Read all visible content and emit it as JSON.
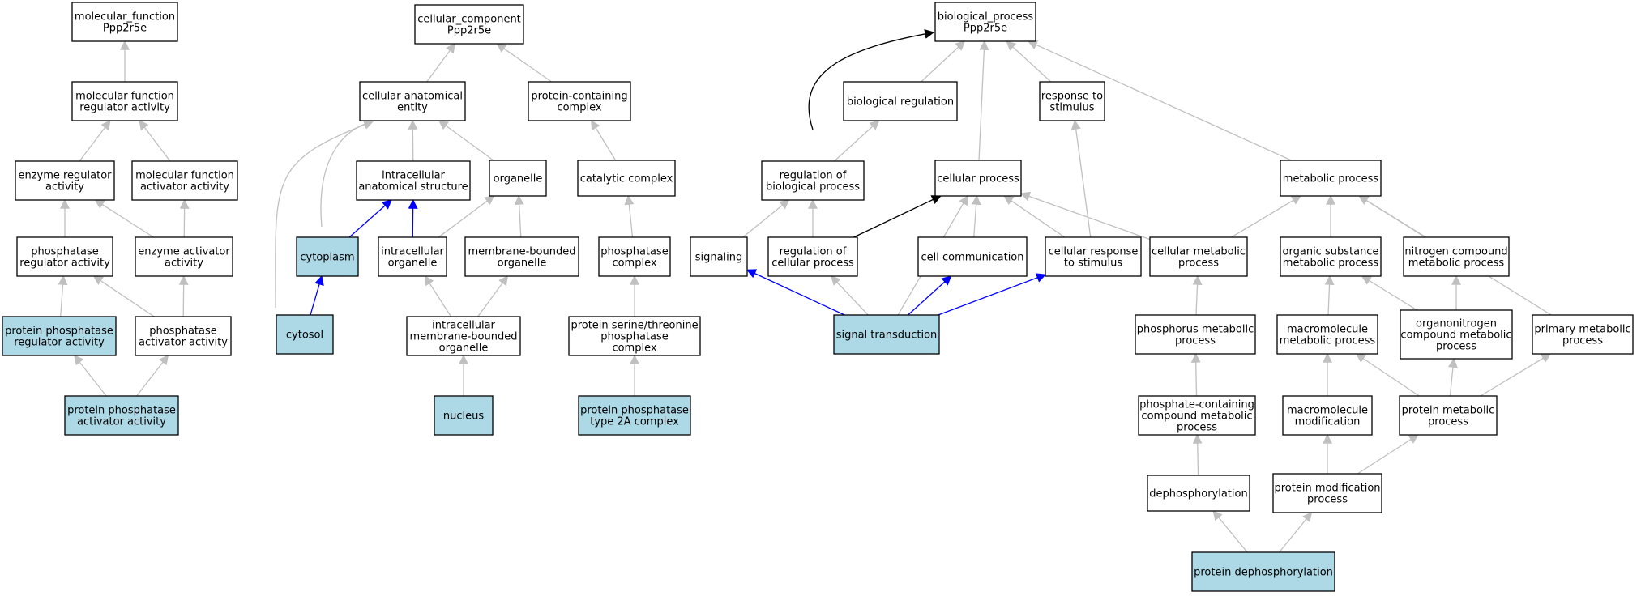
{
  "colors": {
    "highlight_fill": "#add8e6",
    "default_fill": "#ffffff",
    "gray_edge": "#c0c0c0",
    "blue_edge": "#0000ff",
    "black_edge": "#000000"
  },
  "nodes": [
    {
      "id": "mf_root",
      "lines": [
        "molecular_function",
        "Ppp2r5e"
      ],
      "highlight": false
    },
    {
      "id": "mf_reg",
      "lines": [
        "molecular function",
        "regulator activity"
      ],
      "highlight": false
    },
    {
      "id": "enz_reg",
      "lines": [
        "enzyme regulator",
        "activity"
      ],
      "highlight": false
    },
    {
      "id": "mf_act",
      "lines": [
        "molecular function",
        "activator activity"
      ],
      "highlight": false
    },
    {
      "id": "phos_reg",
      "lines": [
        "phosphatase",
        "regulator activity"
      ],
      "highlight": false
    },
    {
      "id": "enz_act",
      "lines": [
        "enzyme activator",
        "activity"
      ],
      "highlight": false
    },
    {
      "id": "pp_reg",
      "lines": [
        "protein phosphatase",
        "regulator activity"
      ],
      "highlight": true
    },
    {
      "id": "phos_act",
      "lines": [
        "phosphatase",
        "activator activity"
      ],
      "highlight": false
    },
    {
      "id": "pp_act",
      "lines": [
        "protein phosphatase",
        "activator activity"
      ],
      "highlight": true
    },
    {
      "id": "cc_root",
      "lines": [
        "cellular_component",
        "Ppp2r5e"
      ],
      "highlight": false
    },
    {
      "id": "cae",
      "lines": [
        "cellular anatomical",
        "entity"
      ],
      "highlight": false
    },
    {
      "id": "pcc",
      "lines": [
        "protein-containing",
        "complex"
      ],
      "highlight": false
    },
    {
      "id": "ias",
      "lines": [
        "intracellular",
        "anatomical structure"
      ],
      "highlight": false
    },
    {
      "id": "organelle",
      "lines": [
        "organelle"
      ],
      "highlight": false
    },
    {
      "id": "catalytic",
      "lines": [
        "catalytic complex"
      ],
      "highlight": false
    },
    {
      "id": "cytoplasm",
      "lines": [
        "cytoplasm"
      ],
      "highlight": true
    },
    {
      "id": "io",
      "lines": [
        "intracellular",
        "organelle"
      ],
      "highlight": false
    },
    {
      "id": "mbo",
      "lines": [
        "membrane-bounded",
        "organelle"
      ],
      "highlight": false
    },
    {
      "id": "phos_complex",
      "lines": [
        "phosphatase",
        "complex"
      ],
      "highlight": false
    },
    {
      "id": "cytosol",
      "lines": [
        "cytosol"
      ],
      "highlight": true
    },
    {
      "id": "imbo",
      "lines": [
        "intracellular",
        "membrane-bounded",
        "organelle"
      ],
      "highlight": false
    },
    {
      "id": "pst",
      "lines": [
        "protein serine/threonine",
        "phosphatase",
        "complex"
      ],
      "highlight": false
    },
    {
      "id": "nucleus",
      "lines": [
        "nucleus"
      ],
      "highlight": true
    },
    {
      "id": "pp2a",
      "lines": [
        "protein phosphatase",
        "type 2A complex"
      ],
      "highlight": true
    },
    {
      "id": "bp_root",
      "lines": [
        "biological_process",
        "Ppp2r5e"
      ],
      "highlight": false
    },
    {
      "id": "bio_reg",
      "lines": [
        "biological regulation"
      ],
      "highlight": false
    },
    {
      "id": "resp_stim",
      "lines": [
        "response to",
        "stimulus"
      ],
      "highlight": false
    },
    {
      "id": "reg_bio",
      "lines": [
        "regulation of",
        "biological process"
      ],
      "highlight": false
    },
    {
      "id": "cell_proc",
      "lines": [
        "cellular process"
      ],
      "highlight": false
    },
    {
      "id": "metab",
      "lines": [
        "metabolic process"
      ],
      "highlight": false
    },
    {
      "id": "signaling",
      "lines": [
        "signaling"
      ],
      "highlight": false
    },
    {
      "id": "reg_cell",
      "lines": [
        "regulation of",
        "cellular process"
      ],
      "highlight": false
    },
    {
      "id": "cell_comm",
      "lines": [
        "cell communication"
      ],
      "highlight": false
    },
    {
      "id": "cell_resp",
      "lines": [
        "cellular response",
        "to stimulus"
      ],
      "highlight": false
    },
    {
      "id": "cell_metab",
      "lines": [
        "cellular metabolic",
        "process"
      ],
      "highlight": false
    },
    {
      "id": "org_sub",
      "lines": [
        "organic substance",
        "metabolic process"
      ],
      "highlight": false
    },
    {
      "id": "nitro",
      "lines": [
        "nitrogen compound",
        "metabolic process"
      ],
      "highlight": false
    },
    {
      "id": "sig_trans",
      "lines": [
        "signal transduction"
      ],
      "highlight": true
    },
    {
      "id": "phosphorus",
      "lines": [
        "phosphorus metabolic",
        "process"
      ],
      "highlight": false
    },
    {
      "id": "macro_metab",
      "lines": [
        "macromolecule",
        "metabolic process"
      ],
      "highlight": false
    },
    {
      "id": "organonitro",
      "lines": [
        "organonitrogen",
        "compound metabolic",
        "process"
      ],
      "highlight": false
    },
    {
      "id": "primary",
      "lines": [
        "primary metabolic",
        "process"
      ],
      "highlight": false
    },
    {
      "id": "phosphate",
      "lines": [
        "phosphate-containing",
        "compound metabolic",
        "process"
      ],
      "highlight": false
    },
    {
      "id": "macro_mod",
      "lines": [
        "macromolecule",
        "modification"
      ],
      "highlight": false
    },
    {
      "id": "prot_metab",
      "lines": [
        "protein metabolic",
        "process"
      ],
      "highlight": false
    },
    {
      "id": "dephos",
      "lines": [
        "dephosphorylation"
      ],
      "highlight": false
    },
    {
      "id": "prot_mod",
      "lines": [
        "protein modification",
        "process"
      ],
      "highlight": false
    },
    {
      "id": "prot_dephos",
      "lines": [
        "protein dephosphorylation"
      ],
      "highlight": true
    }
  ],
  "edges": [
    {
      "from": "mf_reg",
      "to": "mf_root",
      "color": "gray"
    },
    {
      "from": "enz_reg",
      "to": "mf_reg",
      "color": "gray"
    },
    {
      "from": "mf_act",
      "to": "mf_reg",
      "color": "gray"
    },
    {
      "from": "phos_reg",
      "to": "enz_reg",
      "color": "gray"
    },
    {
      "from": "enz_act",
      "to": "enz_reg",
      "color": "gray"
    },
    {
      "from": "enz_act",
      "to": "mf_act",
      "color": "gray"
    },
    {
      "from": "pp_reg",
      "to": "phos_reg",
      "color": "gray"
    },
    {
      "from": "phos_act",
      "to": "phos_reg",
      "color": "gray"
    },
    {
      "from": "phos_act",
      "to": "enz_act",
      "color": "gray"
    },
    {
      "from": "pp_act",
      "to": "pp_reg",
      "color": "gray"
    },
    {
      "from": "pp_act",
      "to": "phos_act",
      "color": "gray"
    },
    {
      "from": "cae",
      "to": "cc_root",
      "color": "gray"
    },
    {
      "from": "pcc",
      "to": "cc_root",
      "color": "gray"
    },
    {
      "from": "ias",
      "to": "cae",
      "color": "gray"
    },
    {
      "from": "organelle",
      "to": "cae",
      "color": "gray"
    },
    {
      "from": "cytoplasm",
      "to": "cae",
      "color": "gray"
    },
    {
      "from": "cytosol",
      "to": "cae",
      "color": "gray"
    },
    {
      "from": "catalytic",
      "to": "pcc",
      "color": "gray"
    },
    {
      "from": "cytoplasm",
      "to": "ias",
      "color": "blue"
    },
    {
      "from": "io",
      "to": "ias",
      "color": "blue"
    },
    {
      "from": "io",
      "to": "organelle",
      "color": "gray"
    },
    {
      "from": "mbo",
      "to": "organelle",
      "color": "gray"
    },
    {
      "from": "cytosol",
      "to": "cytoplasm",
      "color": "blue"
    },
    {
      "from": "imbo",
      "to": "io",
      "color": "gray"
    },
    {
      "from": "imbo",
      "to": "mbo",
      "color": "gray"
    },
    {
      "from": "nucleus",
      "to": "imbo",
      "color": "gray"
    },
    {
      "from": "phos_complex",
      "to": "catalytic",
      "color": "gray"
    },
    {
      "from": "pst",
      "to": "phos_complex",
      "color": "gray"
    },
    {
      "from": "pp2a",
      "to": "pst",
      "color": "gray"
    },
    {
      "from": "reg_bio",
      "to": "bp_root",
      "color": "black"
    },
    {
      "from": "bio_reg",
      "to": "bp_root",
      "color": "gray"
    },
    {
      "from": "resp_stim",
      "to": "bp_root",
      "color": "gray"
    },
    {
      "from": "cell_proc",
      "to": "bp_root",
      "color": "gray"
    },
    {
      "from": "metab",
      "to": "bp_root",
      "color": "gray"
    },
    {
      "from": "reg_bio",
      "to": "bio_reg",
      "color": "gray"
    },
    {
      "from": "signaling",
      "to": "reg_bio",
      "color": "gray"
    },
    {
      "from": "reg_cell",
      "to": "reg_bio",
      "color": "gray"
    },
    {
      "from": "reg_cell",
      "to": "cell_proc",
      "color": "black"
    },
    {
      "from": "cell_comm",
      "to": "cell_proc",
      "color": "gray"
    },
    {
      "from": "cell_resp",
      "to": "cell_proc",
      "color": "gray"
    },
    {
      "from": "cell_metab",
      "to": "cell_proc",
      "color": "gray"
    },
    {
      "from": "sig_trans",
      "to": "cell_proc",
      "color": "gray"
    },
    {
      "from": "cell_resp",
      "to": "resp_stim",
      "color": "gray"
    },
    {
      "from": "sig_trans",
      "to": "signaling",
      "color": "blue"
    },
    {
      "from": "sig_trans",
      "to": "reg_cell",
      "color": "gray"
    },
    {
      "from": "sig_trans",
      "to": "cell_comm",
      "color": "blue"
    },
    {
      "from": "sig_trans",
      "to": "cell_resp",
      "color": "blue"
    },
    {
      "from": "cell_metab",
      "to": "metab",
      "color": "gray"
    },
    {
      "from": "org_sub",
      "to": "metab",
      "color": "gray"
    },
    {
      "from": "nitro",
      "to": "metab",
      "color": "gray"
    },
    {
      "from": "primary",
      "to": "metab",
      "color": "gray"
    },
    {
      "from": "phosphorus",
      "to": "cell_metab",
      "color": "gray"
    },
    {
      "from": "macro_metab",
      "to": "org_sub",
      "color": "gray"
    },
    {
      "from": "organonitro",
      "to": "org_sub",
      "color": "gray"
    },
    {
      "from": "organonitro",
      "to": "nitro",
      "color": "gray"
    },
    {
      "from": "phosphate",
      "to": "phosphorus",
      "color": "gray"
    },
    {
      "from": "macro_mod",
      "to": "macro_metab",
      "color": "gray"
    },
    {
      "from": "prot_metab",
      "to": "macro_metab",
      "color": "gray"
    },
    {
      "from": "prot_metab",
      "to": "organonitro",
      "color": "gray"
    },
    {
      "from": "prot_metab",
      "to": "primary",
      "color": "gray"
    },
    {
      "from": "dephos",
      "to": "phosphate",
      "color": "gray"
    },
    {
      "from": "prot_mod",
      "to": "macro_mod",
      "color": "gray"
    },
    {
      "from": "prot_mod",
      "to": "prot_metab",
      "color": "gray"
    },
    {
      "from": "prot_dephos",
      "to": "dephos",
      "color": "gray"
    },
    {
      "from": "prot_dephos",
      "to": "prot_mod",
      "color": "gray"
    }
  ]
}
